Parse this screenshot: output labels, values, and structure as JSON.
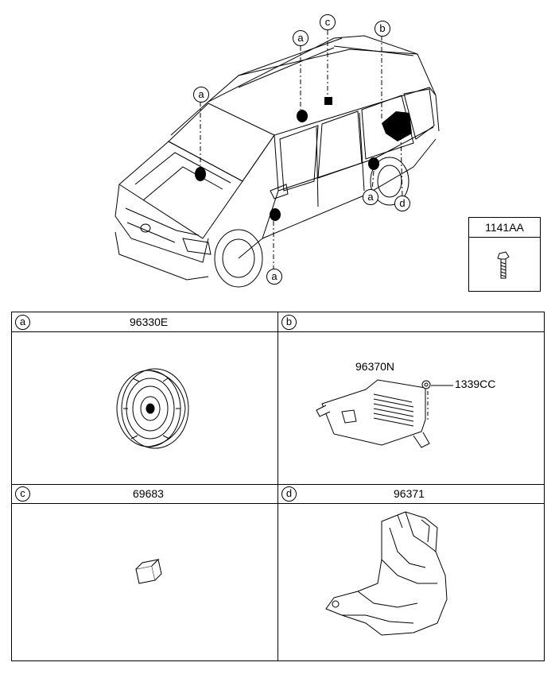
{
  "callouts": {
    "hood_a": "a",
    "roof_a": "a",
    "roof_c": "c",
    "rear_b": "b",
    "rear_a": "a",
    "rear_d": "d",
    "front_door_a": "a"
  },
  "bolt_box": {
    "code": "1141AA"
  },
  "cells": {
    "a": {
      "letter": "a",
      "code": "96330E"
    },
    "b": {
      "letter": "b",
      "main_code": "96370N",
      "nut_code": "1339CC"
    },
    "c": {
      "letter": "c",
      "code": "69683"
    },
    "d": {
      "letter": "d",
      "code": "96371"
    }
  }
}
